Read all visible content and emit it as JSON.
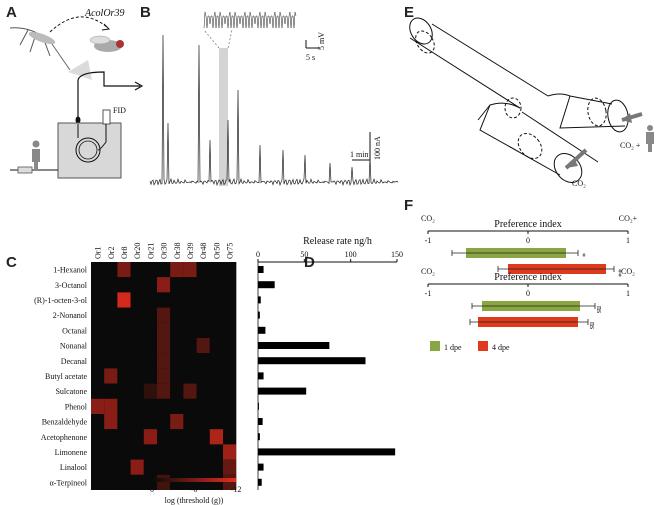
{
  "panels": {
    "a": "A",
    "b": "B",
    "c": "C",
    "d": "D",
    "e": "E",
    "f": "F"
  },
  "panel_a": {
    "gene_label": "AcolOr39",
    "detector": "FID"
  },
  "panel_b": {
    "scalebar_time": "5 s",
    "scalebar_voltage": "5 mV",
    "scalebar_min": "1 min",
    "scalebar_current": "100 nA"
  },
  "panel_e": {
    "co2_label_right": "CO₂ +",
    "co2_label_bottom": "CO₂"
  },
  "chart_data": [
    {
      "type": "heatmap",
      "columns": [
        "Or1",
        "Or2",
        "Or8",
        "Or20",
        "Or21",
        "Or30",
        "Or38",
        "Or39",
        "Or48",
        "Or50",
        "Or75"
      ],
      "rows": [
        "1-Hexanol",
        "3-Octanol",
        "(R)-1-octen-3-ol",
        "2-Nonanol",
        "Octanal",
        "Nonanal",
        "Decanal",
        "Butyl acetate",
        "Sulcatone",
        "Phenol",
        "Benzaldehyde",
        "Acetophenone",
        "Limonene",
        "Linalool",
        "α-Terpineol"
      ],
      "values": [
        [
          0,
          0,
          6,
          0,
          0,
          0,
          6,
          6,
          0,
          0,
          0
        ],
        [
          0,
          0,
          0,
          0,
          0,
          7,
          0,
          0,
          0,
          0,
          0
        ],
        [
          0,
          0,
          11,
          0,
          0,
          0,
          0,
          0,
          0,
          0,
          0
        ],
        [
          0,
          0,
          0,
          0,
          0,
          4,
          0,
          0,
          0,
          0,
          0
        ],
        [
          0,
          0,
          0,
          0,
          0,
          4,
          0,
          0,
          0,
          0,
          0
        ],
        [
          0,
          0,
          0,
          0,
          0,
          4,
          0,
          0,
          4,
          0,
          0
        ],
        [
          0,
          0,
          0,
          0,
          0,
          4,
          0,
          0,
          0,
          0,
          0
        ],
        [
          0,
          6,
          0,
          0,
          0,
          4,
          0,
          0,
          0,
          0,
          0
        ],
        [
          0,
          0,
          0,
          0,
          2,
          4,
          0,
          4,
          0,
          0,
          0
        ],
        [
          7,
          7,
          0,
          0,
          0,
          0,
          0,
          0,
          0,
          0,
          0
        ],
        [
          0,
          7,
          0,
          0,
          0,
          0,
          6,
          0,
          0,
          0,
          0
        ],
        [
          0,
          0,
          0,
          0,
          7,
          0,
          0,
          0,
          0,
          9,
          0
        ],
        [
          0,
          0,
          0,
          0,
          0,
          0,
          0,
          0,
          0,
          0,
          8
        ],
        [
          0,
          0,
          0,
          7,
          0,
          0,
          0,
          0,
          0,
          0,
          5
        ],
        [
          0,
          0,
          0,
          0,
          0,
          3,
          0,
          0,
          0,
          0,
          4
        ]
      ],
      "colorbar": {
        "ticks": [
          "0",
          "-6",
          "-12"
        ],
        "label": "log (threshold (g))"
      }
    },
    {
      "type": "bar",
      "title": "Release rate ng/h",
      "ticks": [
        "0",
        "50",
        "100",
        "150"
      ],
      "xlim": [
        0,
        150
      ],
      "values": [
        6,
        18,
        3,
        2,
        8,
        77,
        116,
        6,
        52,
        1,
        5,
        2,
        148,
        6,
        4
      ]
    },
    {
      "type": "bar",
      "title": "Preference index",
      "left_label": "CO₂",
      "right_label": "CO₂+",
      "ticks": [
        "-1",
        "0",
        "1"
      ],
      "xlim": [
        -1,
        1
      ],
      "bars": [
        {
          "lo": -0.62,
          "hi": 0.38,
          "err_lo": 0.14,
          "err_hi": 0.12,
          "color": "#8aa642",
          "sig": "*"
        },
        {
          "lo": -0.2,
          "hi": 0.78,
          "err_lo": 0.1,
          "err_hi": 0.08,
          "color": "#e03a1e",
          "sig": "**"
        }
      ]
    },
    {
      "type": "bar",
      "title": "Preference index",
      "left_label": "CO₂",
      "right_label": "CO₂",
      "ticks": [
        "-1",
        "0",
        "1"
      ],
      "xlim": [
        -1,
        1
      ],
      "bars": [
        {
          "lo": -0.46,
          "hi": 0.52,
          "err_lo": 0.1,
          "err_hi": 0.15,
          "color": "#8aa642",
          "sig": "ns"
        },
        {
          "lo": -0.5,
          "hi": 0.5,
          "err_lo": 0.08,
          "err_hi": 0.1,
          "color": "#e03a1e",
          "sig": "ns"
        }
      ]
    }
  ],
  "legend": [
    {
      "label": "1 dpe",
      "color": "#8aa642"
    },
    {
      "label": "4 dpe",
      "color": "#e03a1e"
    }
  ]
}
